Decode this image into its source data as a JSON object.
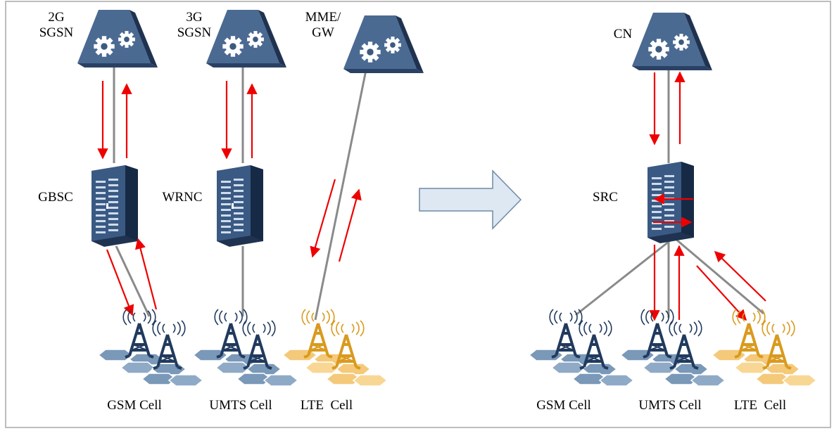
{
  "left": {
    "core": [
      {
        "line1": "2G",
        "line2": "SGSN"
      },
      {
        "line1": "3G",
        "line2": "SGSN"
      },
      {
        "line1": "MME/",
        "line2": "GW"
      }
    ],
    "controllers": [
      "GBSC",
      "WRNC"
    ],
    "cells": [
      "GSM Cell",
      "UMTS Cell",
      "LTE  Cell"
    ]
  },
  "right": {
    "core": "CN",
    "controller": "SRC",
    "cells": [
      "GSM Cell",
      "UMTS Cell",
      "LTE  Cell"
    ]
  },
  "colors": {
    "core": "#3d5a7e",
    "core_dark": "#1f3350",
    "controller": "#2b4670",
    "gsm_umts_tower": "#213a5e",
    "lte_tower": "#d99a1e",
    "gsm_umts_hex": "#7a98b8",
    "lte_hex": "#f4c97a",
    "arrow": "#ee0000",
    "link": "#8a8a8a",
    "transition_arrow": "#dde8f2"
  },
  "icons": [
    "core-network-gear-icon",
    "controller-rack-icon",
    "cell-tower-icon",
    "signal-waves-icon",
    "hexagon-cell-icon"
  ]
}
